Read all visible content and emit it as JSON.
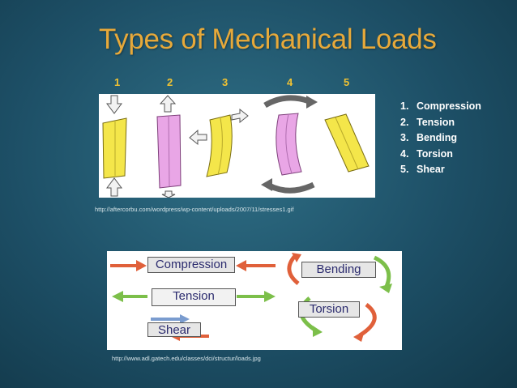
{
  "slide": {
    "title": "Types of Mechanical Loads",
    "numbers": [
      "1",
      "2",
      "3",
      "4",
      "5"
    ],
    "list": [
      {
        "num": "1.",
        "label": "Compression"
      },
      {
        "num": "2.",
        "label": "Tension"
      },
      {
        "num": "3.",
        "label": "Bending"
      },
      {
        "num": "4.",
        "label": "Torsion"
      },
      {
        "num": "5.",
        "label": "Shear"
      }
    ],
    "url1": "http://aftercorbu.com/wordpress/wp-content/uploads/2007/11/stresses1.gif",
    "url2": "http://www.adl.gatech.edu/classes/dci/structur/loads.jpg",
    "diagram_labels": {
      "compression": "Compression",
      "tension": "Tension",
      "shear": "Shear",
      "bending": "Bending",
      "torsion": "Torsion"
    }
  },
  "colors": {
    "title": "#e7a93a",
    "numbers": "#f1c232",
    "block_yellow": "#f4e64a",
    "block_pink": "#e9a6e6",
    "arrow_red": "#e0603a",
    "arrow_green": "#7cbf4a",
    "arrow_blue": "#7a9ccf",
    "background": "#1d4f66"
  }
}
